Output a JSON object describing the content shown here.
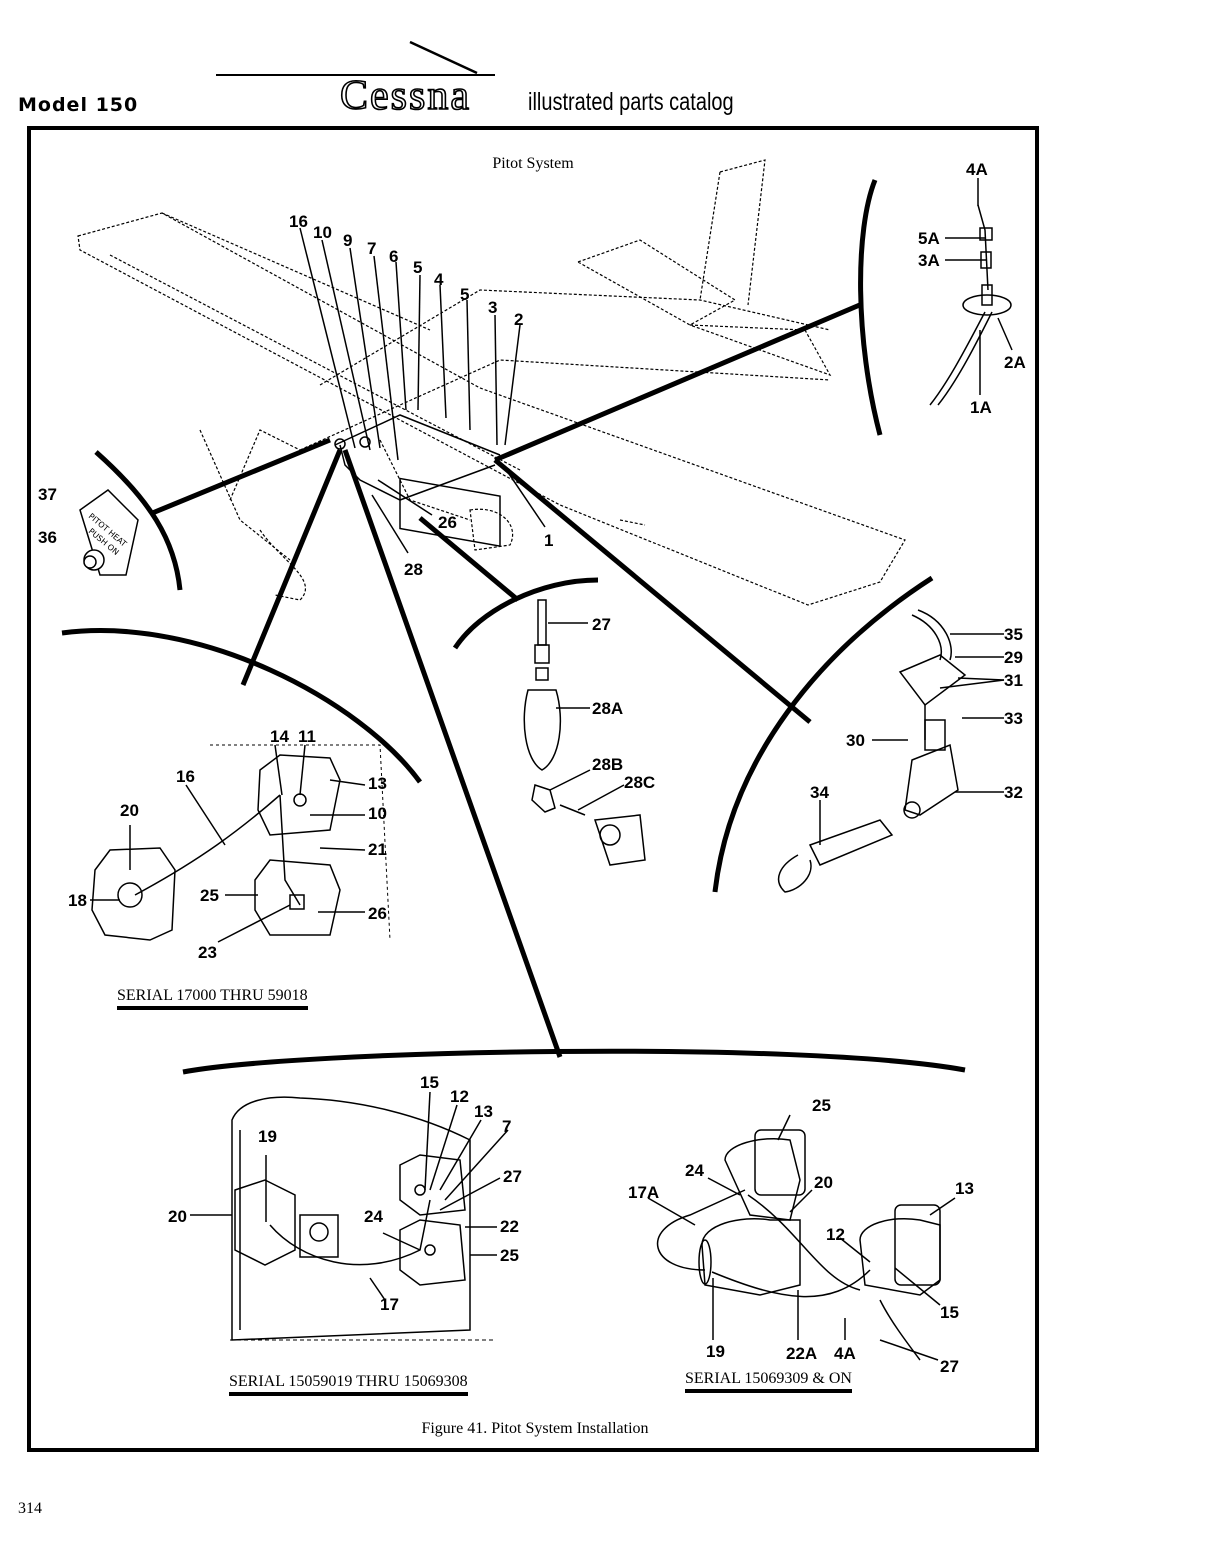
{
  "header": {
    "model": "Model 150",
    "brand": "Cessna",
    "catalog": "illustrated parts catalog"
  },
  "figure": {
    "title": "Pitot System",
    "caption": "Figure 41.  Pitot System Installation",
    "serial_left": "SERIAL 17000 THRU 59018",
    "serial_bottom_left": "SERIAL 15059019 THRU 15069308",
    "serial_bottom_right": "SERIAL 15069309 & ON",
    "placard_line1": "PITOT HEAT",
    "placard_line2": "PUSH ON"
  },
  "callouts": {
    "c16": "16",
    "c10": "10",
    "c9": "9",
    "c7": "7",
    "c6": "6",
    "c5": "5",
    "c4": "4",
    "c5b": "5",
    "c3": "3",
    "c2": "2",
    "c1": "1",
    "c26": "26",
    "c28": "28",
    "c37": "37",
    "c36": "36",
    "c4A": "4A",
    "c5A": "5A",
    "c3A": "3A",
    "c2A": "2A",
    "c1A": "1A",
    "c27": "27",
    "c28A": "28A",
    "c28B": "28B",
    "c28C": "28C",
    "c35": "35",
    "c29": "29",
    "c31": "31",
    "c33": "33",
    "c30": "30",
    "c32": "32",
    "c34": "34",
    "d14": "14",
    "d11": "11",
    "d16": "16",
    "d13": "13",
    "d20": "20",
    "d10": "10",
    "d21": "21",
    "d18": "18",
    "d25": "25",
    "d26": "26",
    "d23": "23",
    "e15": "15",
    "e12": "12",
    "e13": "13",
    "e7": "7",
    "e19": "19",
    "e27": "27",
    "e20": "20",
    "e24": "24",
    "e22": "22",
    "e25": "25",
    "e17": "17",
    "f25": "25",
    "f24": "24",
    "f20": "20",
    "f13": "13",
    "f17A": "17A",
    "f12": "12",
    "f15": "15",
    "f19": "19",
    "f22A": "22A",
    "f4A": "4A",
    "f27": "27"
  },
  "page_number": "314"
}
